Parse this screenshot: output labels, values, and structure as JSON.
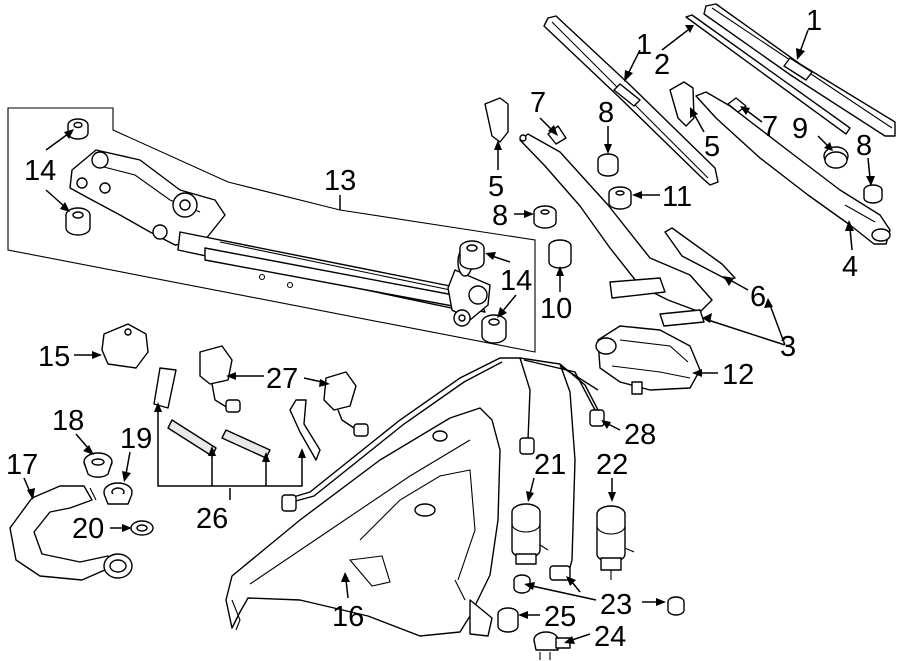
{
  "diagram": {
    "callouts": [
      {
        "id": "c1a",
        "text": "1"
      },
      {
        "id": "c1b",
        "text": "1"
      },
      {
        "id": "c2",
        "text": "2"
      },
      {
        "id": "c3",
        "text": "3"
      },
      {
        "id": "c4",
        "text": "4"
      },
      {
        "id": "c5a",
        "text": "5"
      },
      {
        "id": "c5b",
        "text": "5"
      },
      {
        "id": "c6",
        "text": "6"
      },
      {
        "id": "c7a",
        "text": "7"
      },
      {
        "id": "c7b",
        "text": "7"
      },
      {
        "id": "c8a",
        "text": "8"
      },
      {
        "id": "c8b",
        "text": "8"
      },
      {
        "id": "c8c",
        "text": "8"
      },
      {
        "id": "c9",
        "text": "9"
      },
      {
        "id": "c10",
        "text": "10"
      },
      {
        "id": "c11",
        "text": "11"
      },
      {
        "id": "c12",
        "text": "12"
      },
      {
        "id": "c13",
        "text": "13"
      },
      {
        "id": "c14a",
        "text": "14"
      },
      {
        "id": "c14b",
        "text": "14"
      },
      {
        "id": "c15",
        "text": "15"
      },
      {
        "id": "c16",
        "text": "16"
      },
      {
        "id": "c17",
        "text": "17"
      },
      {
        "id": "c18",
        "text": "18"
      },
      {
        "id": "c19",
        "text": "19"
      },
      {
        "id": "c20",
        "text": "20"
      },
      {
        "id": "c21",
        "text": "21"
      },
      {
        "id": "c22",
        "text": "22"
      },
      {
        "id": "c23",
        "text": "23"
      },
      {
        "id": "c24",
        "text": "24"
      },
      {
        "id": "c25",
        "text": "25"
      },
      {
        "id": "c26",
        "text": "26"
      },
      {
        "id": "c27",
        "text": "27"
      },
      {
        "id": "c28",
        "text": "28"
      }
    ]
  }
}
